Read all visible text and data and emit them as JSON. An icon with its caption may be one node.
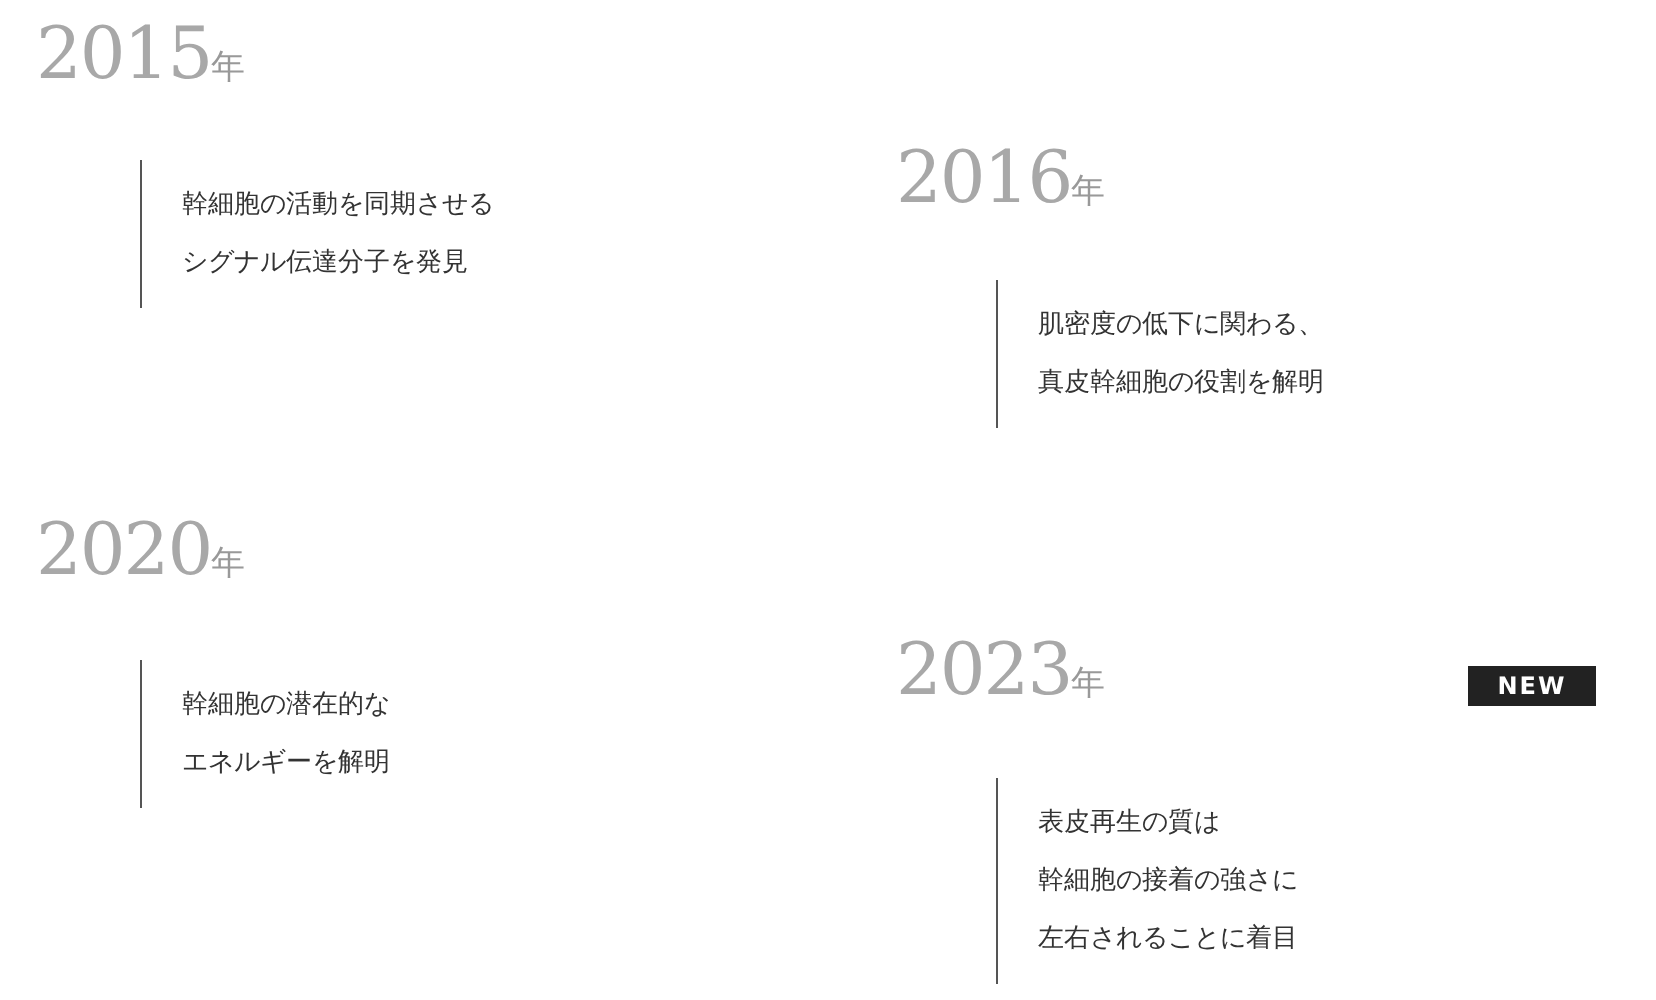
{
  "diagram": {
    "labels": [
      "2015年",
      "幹細胞の活動を同期させるシグナル伝達分子を発見",
      "2016年",
      "肌密度の低下に関わる、真皮幹細胞の役割を解明",
      "2020年",
      "幹細胞の潜在的なエネルギーを解明",
      "2023年",
      "NEW",
      "表皮再生の質は幹細胞の接着の強さに左右されることに着目"
    ]
  }
}
